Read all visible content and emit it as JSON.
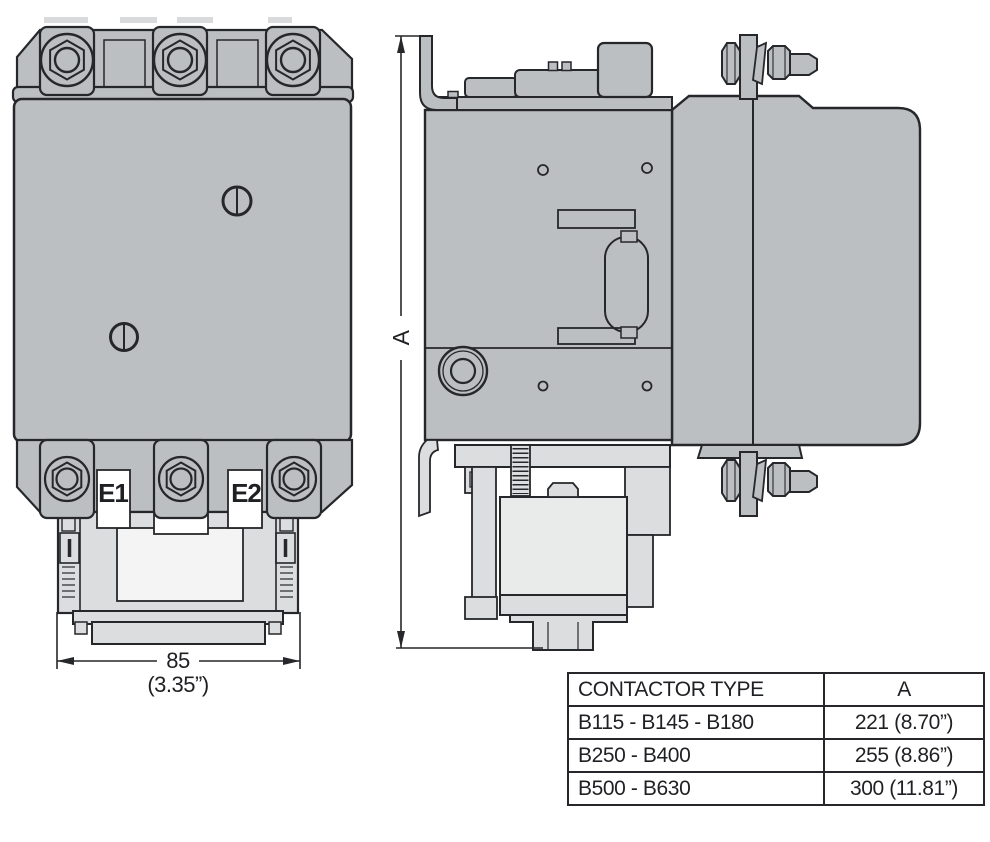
{
  "drawing": {
    "front_view": {
      "coil_terminal_labels": {
        "e1": "E1",
        "e2": "E2"
      },
      "width_dimension": {
        "mm": "85",
        "inches": "(3.35”)"
      }
    },
    "side_view": {
      "height_dimension_label": "A"
    }
  },
  "table": {
    "headers": {
      "type": "CONTACTOR TYPE",
      "a": "A"
    },
    "rows": [
      {
        "type": "B115 - B145 - B180",
        "a": "221 (8.70”)"
      },
      {
        "type": "B250 - B400",
        "a": "255 (8.86”)"
      },
      {
        "type": "B500 - B630",
        "a": "300 (11.81”)"
      }
    ]
  },
  "colors": {
    "body_gray": "#bcbfc1",
    "light_gray": "#dcddde",
    "inner_light": "#e9eaea",
    "panel_white": "#f4f4f4",
    "line": "#26272a"
  }
}
